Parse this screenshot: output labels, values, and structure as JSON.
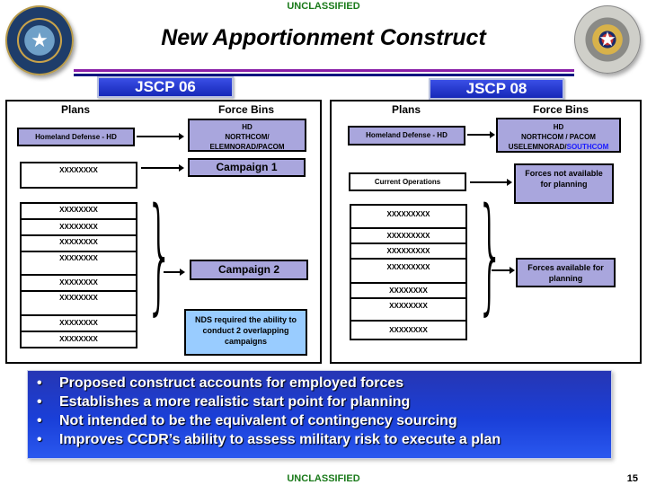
{
  "classification": {
    "top": "UNCLASSIFIED",
    "bottom": "UNCLASSIFIED"
  },
  "title": "New Apportionment Construct",
  "page_number": "15",
  "seals": {
    "left": "department-of-defense-seal",
    "right": "joint-chiefs-of-staff-seal"
  },
  "colors": {
    "lavender_box": "#a9a6dd",
    "note_box": "#99ccff",
    "jscp_tab": "#1628b8",
    "classification_text": "#1a7a1a",
    "southcom_text": "#1a1aff"
  },
  "jscp06": {
    "label": "JSCP 06",
    "plans_header": "Plans",
    "force_bins_header": "Force Bins",
    "hd_plan": "Homeland Defense - HD",
    "hd_bin": {
      "line1": "HD",
      "line2": "NORTHCOM/",
      "line3": "ELEMNORAD/PACOM"
    },
    "plan_single": "XXXXXXXX",
    "campaign1": "Campaign 1",
    "plan_stack": [
      "XXXXXXXX",
      "XXXXXXXX",
      "XXXXXXXX",
      "XXXXXXXX",
      "XXXXXXXX",
      "XXXXXXXX",
      "XXXXXXXX",
      "XXXXXXXX"
    ],
    "campaign2": "Campaign 2",
    "note": "NDS required the ability to conduct 2 overlapping campaigns"
  },
  "jscp08": {
    "label": "JSCP 08",
    "plans_header": "Plans",
    "force_bins_header": "Force Bins",
    "hd_plan": "Homeland Defense - HD",
    "hd_bin": {
      "line1": "HD",
      "line2": "NORTHCOM / PACOM",
      "line3a": "USELEMNORAD/",
      "line3b": "SOUTHCOM"
    },
    "current_ops": "Current Operations",
    "forces_not_available": "Forces not available for planning",
    "plan_stack": [
      "XXXXXXXXX",
      "XXXXXXXXX",
      "XXXXXXXXX",
      "XXXXXXXXX",
      "XXXXXXXX",
      "XXXXXXXX",
      "XXXXXXXX"
    ],
    "forces_available": "Forces available for planning"
  },
  "bullets": [
    "Proposed construct accounts for employed forces",
    "Establishes a more realistic start point for planning",
    "Not intended to be the equivalent of contingency sourcing",
    "Improves CCDR’s ability to assess military risk to execute a plan"
  ],
  "bullet_glyph": "•"
}
